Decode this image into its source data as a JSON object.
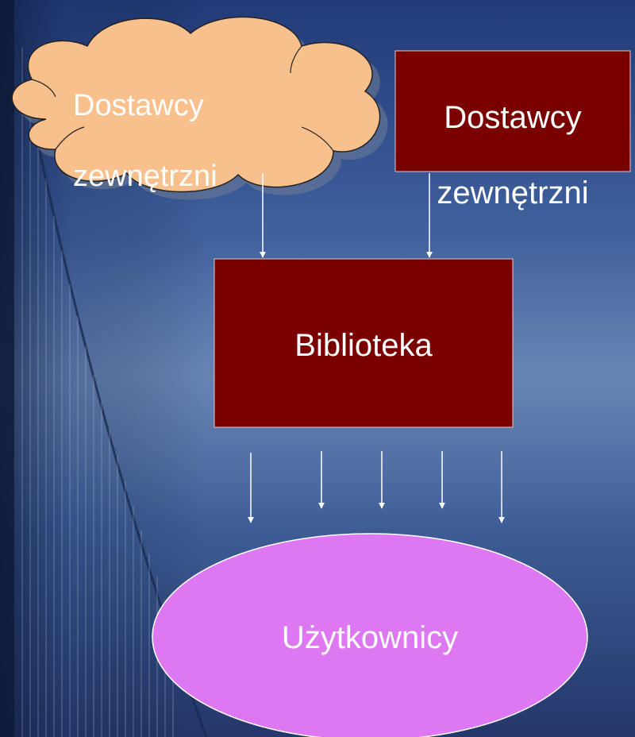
{
  "diagram": {
    "nodes": {
      "cloud_provider": {
        "line1": "Dostawcy",
        "line2": "zewnętrzni",
        "fill": "#F8C08C"
      },
      "box_provider": {
        "line1": "Dostawcy",
        "line2": "zewnętrzni",
        "fill": "#7A0000"
      },
      "library": {
        "label": "Biblioteka",
        "fill": "#7A0000"
      },
      "users": {
        "label": "Użytkownicy",
        "fill": "#DD77F2"
      }
    },
    "colors": {
      "arrow": "#ffffff",
      "text": "#ffffff",
      "background_top": "#223a78",
      "background_mid": "#4f6fa6",
      "background_bottom": "#24376a"
    }
  }
}
